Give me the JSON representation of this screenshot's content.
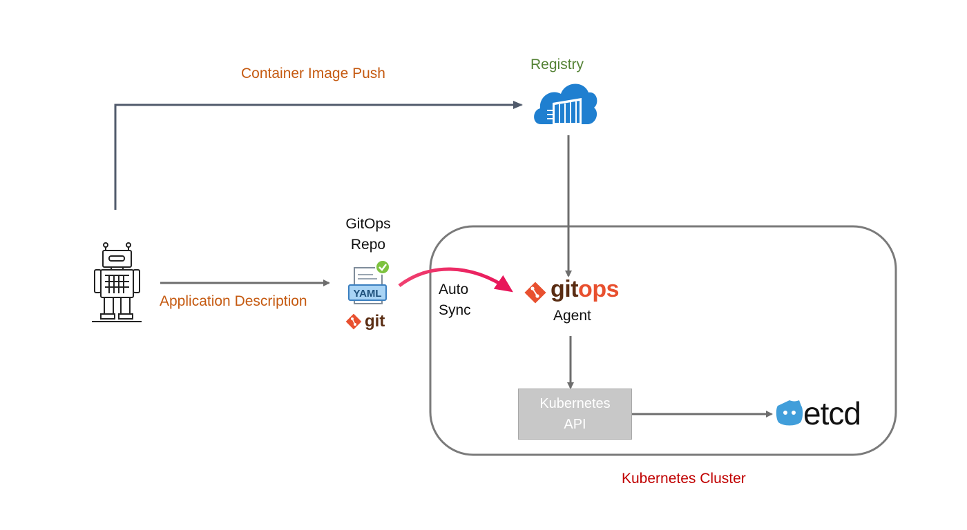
{
  "labels": {
    "container_image_push": "Container Image Push",
    "registry": "Registry",
    "gitops_repo_line1": "GitOps",
    "gitops_repo_line2": "Repo",
    "application_description": "Application Description",
    "auto": "Auto",
    "sync": "Sync",
    "agent": "Agent",
    "k8s_api_line1": "Kubernetes",
    "k8s_api_line2": "API",
    "kubernetes_cluster": "Kubernetes Cluster",
    "yaml": "YAML"
  },
  "logos": {
    "gitops_prefix": "git",
    "gitops_suffix": "ops",
    "git": "git",
    "etcd": "etcd"
  },
  "icons": [
    "robot-icon",
    "cloud-registry-icon",
    "yaml-file-icon",
    "checkmark-icon",
    "git-logo-icon",
    "gitops-logo-icon",
    "etcd-logo-icon"
  ],
  "colors": {
    "arrow": "#6d6d6d",
    "connector": "#505a6b",
    "orange_text": "#c55a11",
    "green_text": "#548235",
    "red_text": "#c00000",
    "sync_arrow": "#e8165a",
    "registry_blue": "#1f7fd0",
    "git_orange": "#e8502f",
    "etcd_blue": "#419eda",
    "api_box": "#c8c8c8"
  }
}
